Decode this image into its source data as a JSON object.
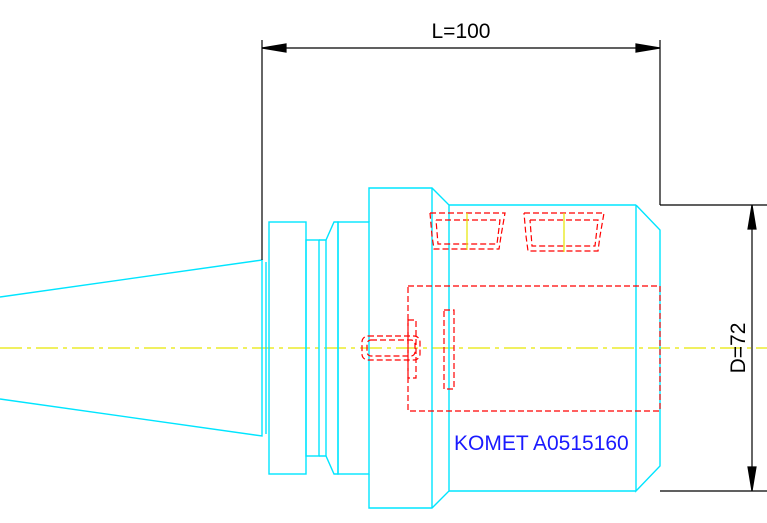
{
  "drawing": {
    "length_dimension": "L=100",
    "diameter_dimension": "D=72",
    "part_label": "KOMET A0515160"
  },
  "colors": {
    "outline": "#00e5ff",
    "hidden_lines": "#ff0000",
    "centerline": "#e6e600",
    "dimension": "#000000",
    "label": "#1a1aff",
    "background": "#ffffff"
  }
}
